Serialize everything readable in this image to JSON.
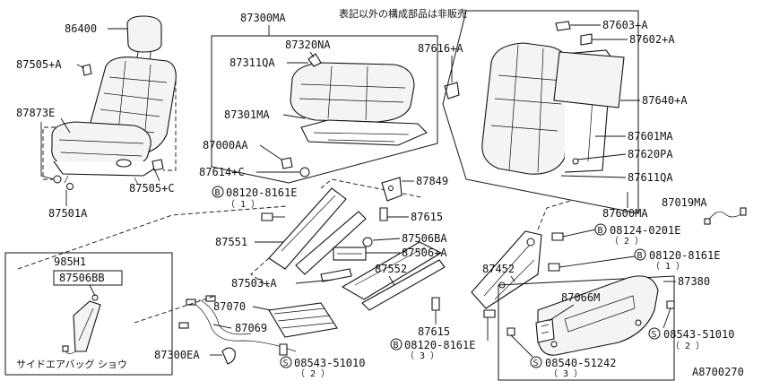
{
  "header_note": "表記以外の構成部品は非販売",
  "diagram_id": "A8700270",
  "parts": {
    "p86400": "86400",
    "p87505A": "87505+A",
    "p87873E": "87873E",
    "p87505C": "87505+C",
    "p87501A": "87501A",
    "p87300MA": "87300MA",
    "p87320NA": "87320NA",
    "p87311QA": "87311QA",
    "p87301MA": "87301MA",
    "p87000AA": "87000AA",
    "p87614C": "87614+C",
    "p87616A": "87616+A",
    "p87849": "87849",
    "p87615a": "87615",
    "p87615b": "87615",
    "p87551": "87551",
    "p87506BA": "87506BA",
    "p87506A": "87506+A",
    "p87552": "87552",
    "p87503A": "87503+A",
    "p87452": "87452",
    "p87070": "87070",
    "p87069": "87069",
    "p87300EA": "87300EA",
    "p87603A": "87603+A",
    "p87602A": "87602+A",
    "p87640A": "87640+A",
    "p87601MA": "87601MA",
    "p87620PA": "87620PA",
    "p87611QA": "87611QA",
    "p87019MA": "87019MA",
    "p87600MA": "87600MA",
    "p87380": "87380",
    "p87066M": "87066M",
    "p985H1": "985H1",
    "p87506BB": "87506BB"
  },
  "bolts": {
    "b1": {
      "prefix": "B",
      "num": "08120-8161E",
      "qty": "（ 1 ）"
    },
    "b2": {
      "prefix": "B",
      "num": "08124-0201E",
      "qty": "（ 2 ）"
    },
    "b3": {
      "prefix": "B",
      "num": "08120-8161E",
      "qty": "（ 1 ）"
    },
    "b4": {
      "prefix": "B",
      "num": "08120-8161E",
      "qty": "（ 3 ）"
    },
    "s1": {
      "prefix": "S",
      "num": "08543-51010",
      "qty": "（ 2 ）"
    },
    "s2": {
      "prefix": "S",
      "num": "08543-51010",
      "qty": "（ 2 ）"
    },
    "s3": {
      "prefix": "S",
      "num": "08540-51242",
      "qty": "（ 3 ）"
    }
  },
  "inset_caption": "サイドエアバッグ ショウ"
}
